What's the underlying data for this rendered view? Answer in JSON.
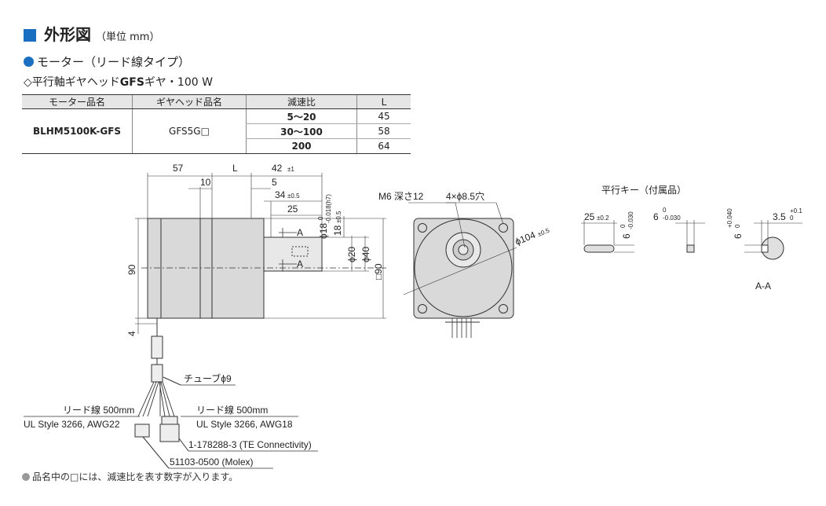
{
  "heading": {
    "title": "外形図",
    "unit": "（単位 mm）"
  },
  "subtitle1": "モーター（リード線タイプ）",
  "subtitle2": {
    "prefix": "◇平行軸ギヤヘッド",
    "bold": "GFS",
    "suffix": "ギヤ・100 W"
  },
  "table": {
    "headers": [
      "モーター品名",
      "ギヤヘッド品名",
      "減速比",
      "L"
    ],
    "model": "BLHM5100K-GFS",
    "gearhead": "GFS5G□",
    "rows": [
      {
        "ratio": "5～20",
        "L": "45"
      },
      {
        "ratio": "30～100",
        "L": "58"
      },
      {
        "ratio": "200",
        "L": "64"
      }
    ]
  },
  "dims": {
    "d57": "57",
    "dL": "L",
    "d42": "42",
    "d42tol": "±1",
    "d10": "10",
    "d5": "5",
    "d34": "34",
    "d34tol": "±0.5",
    "d25": "25",
    "phi18h7": "ϕ18",
    "phi18h7tol": "-0.018(h7)",
    "phi18h7tol0": "0",
    "d18": "18",
    "d18tol": "±0.5",
    "phi20": "ϕ20",
    "phi40": "ϕ40",
    "sq90": "□90",
    "d90": "90",
    "d4": "4",
    "secA1": "A",
    "secA2": "A",
    "m6": "M6 深さ12",
    "holes": "4×ϕ8.5穴",
    "phi104": "ϕ104",
    "phi104tol": "±0.5",
    "key_title": "平行キー（付属品）",
    "k25": "25",
    "k25tol": "±0.2",
    "k6a": "6",
    "k6atol": "-0.030",
    "k6atol0": "0",
    "k6b": "6",
    "k6btol": "-0.030",
    "k6btol0": "0",
    "k6c": "6",
    "k6ctol": "+0.040",
    "k6ctol0": "0",
    "k35": "3.5",
    "k35tol": "+0.1",
    "k35tol0": "0",
    "aa": "A-A"
  },
  "labels": {
    "tube": "チューブϕ9",
    "lead_left1": "リード線 500mm",
    "lead_left2": "UL Style 3266, AWG22",
    "lead_right1": "リード線 500mm",
    "lead_right2": "UL Style 3266, AWG18",
    "conn1": "1-178288-3 (TE Connectivity)",
    "conn2": "51103-0500 (Molex)"
  },
  "footnote": "品名中の□には、減速比を表す数字が入ります。",
  "colors": {
    "accent": "#1a6fc0",
    "body": "#d9d9d9",
    "line": "#333333"
  }
}
